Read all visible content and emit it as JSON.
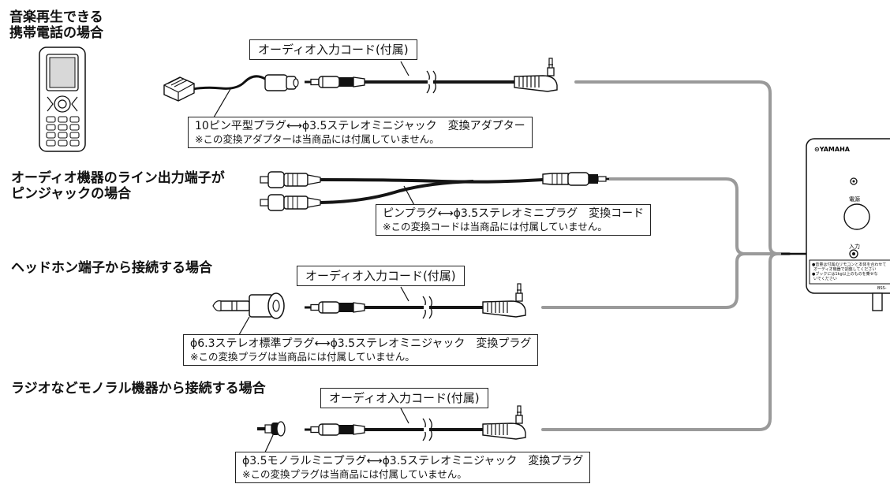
{
  "sections": [
    {
      "title_lines": [
        "音楽再生できる",
        "携帯電話の場合"
      ],
      "cord_label": "オーディオ入力コード(付属)",
      "adapter_name": "10ピン平型プラグ⟷ϕ3.5ステレオミニジャック　変換アダプター",
      "adapter_note": "※この変換アダプターは当商品には付属していません。"
    },
    {
      "title_lines": [
        "オーディオ機器のライン出力端子が",
        "ピンジャックの場合"
      ],
      "adapter_name": "ピンプラグ⟷ϕ3.5ステレオミニプラグ　変換コード",
      "adapter_note": "※この変換コードは当商品には付属していません。"
    },
    {
      "title_lines": [
        "ヘッドホン端子から接続する場合"
      ],
      "cord_label": "オーディオ入力コード(付属)",
      "adapter_name": "ϕ6.3ステレオ標準プラグ⟷ϕ3.5ステレオミニジャック　変換プラグ",
      "adapter_note": "※この変換プラグは当商品には付属していません。"
    },
    {
      "title_lines": [
        "ラジオなどモノラル機器から接続する場合"
      ],
      "cord_label": "オーディオ入力コード(付属)",
      "adapter_name": "ϕ3.5モノラルミニプラグ⟷ϕ3.5ステレオミニジャック　変換プラグ",
      "adapter_note": "※この変換プラグは当商品には付属していません。"
    }
  ],
  "speaker": {
    "brand": "⊙YAMAHA",
    "power_label": "電源",
    "input_label": "入力",
    "model": "BSS-",
    "notice_lines": [
      "●音量は付属のリモコンと本体を合わせて",
      "オーディオ機器で調整してください",
      "●ブックには1kg以上のものを乗せな",
      "いでください"
    ]
  },
  "icons": [
    "mobile-phone-icon",
    "ten-pin-adapter-icon",
    "rca-plug-icon",
    "stereo-mini-plug-icon",
    "standard-plug-adapter-icon",
    "mono-mini-plug-icon",
    "speaker-unit-icon"
  ],
  "colors": {
    "route_line": "#9a9a9a",
    "line": "#111111",
    "cable": "#151515"
  }
}
